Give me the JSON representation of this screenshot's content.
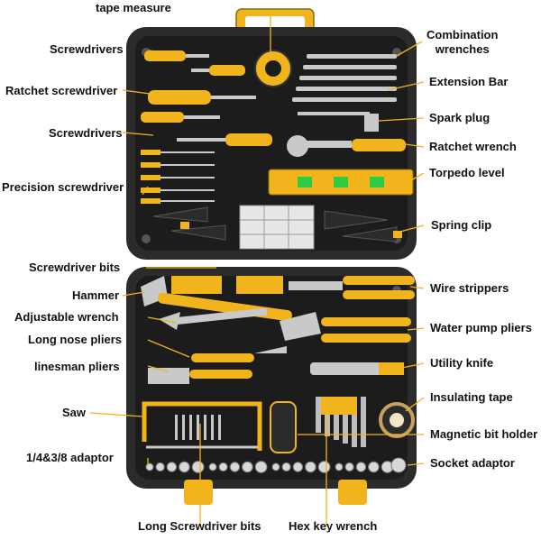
{
  "labels": {
    "tape_measure": "tape measure",
    "screwdrivers_top": "Screwdrivers",
    "ratchet_screwdriver": "Ratchet screwdriver",
    "screwdrivers_mid": "Screwdrivers",
    "precision_screwdriver": "Precision screwdriver",
    "screwdriver_bits": "Screwdriver bits",
    "hammer": "Hammer",
    "adjustable_wrench": "Adjustable wrench",
    "long_nose_pliers": "Long nose pliers",
    "linesman_pliers": "linesman pliers",
    "saw": "Saw",
    "adaptor": "1/4&3/8 adaptor",
    "long_screwdriver_bits": "Long Screwdriver bits",
    "hex_key_wrench": "Hex key wrench",
    "combination_wrenches": "Combination\nwrenches",
    "extension_bar": "Extension Bar",
    "spark_plug": "Spark plug",
    "ratchet_wrench": "Ratchet wrench",
    "torpedo_level": "Torpedo level",
    "spring_clip": "Spring clip",
    "wire_strippers": "Wire strippers",
    "water_pump_pliers": "Water pump pliers",
    "utility_knife": "Utility knife",
    "insulating_tape": "Insulating tape",
    "magnetic_bit_holder": "Magnetic bit holder",
    "socket_adaptor": "Socket adaptor"
  },
  "colors": {
    "case": "#2b2b2b",
    "case_inner": "#1c1c1c",
    "accent_yellow": "#f2b41c",
    "metal": "#c9c9c9",
    "leader_line": "#f2b41c",
    "text": "#111111"
  }
}
